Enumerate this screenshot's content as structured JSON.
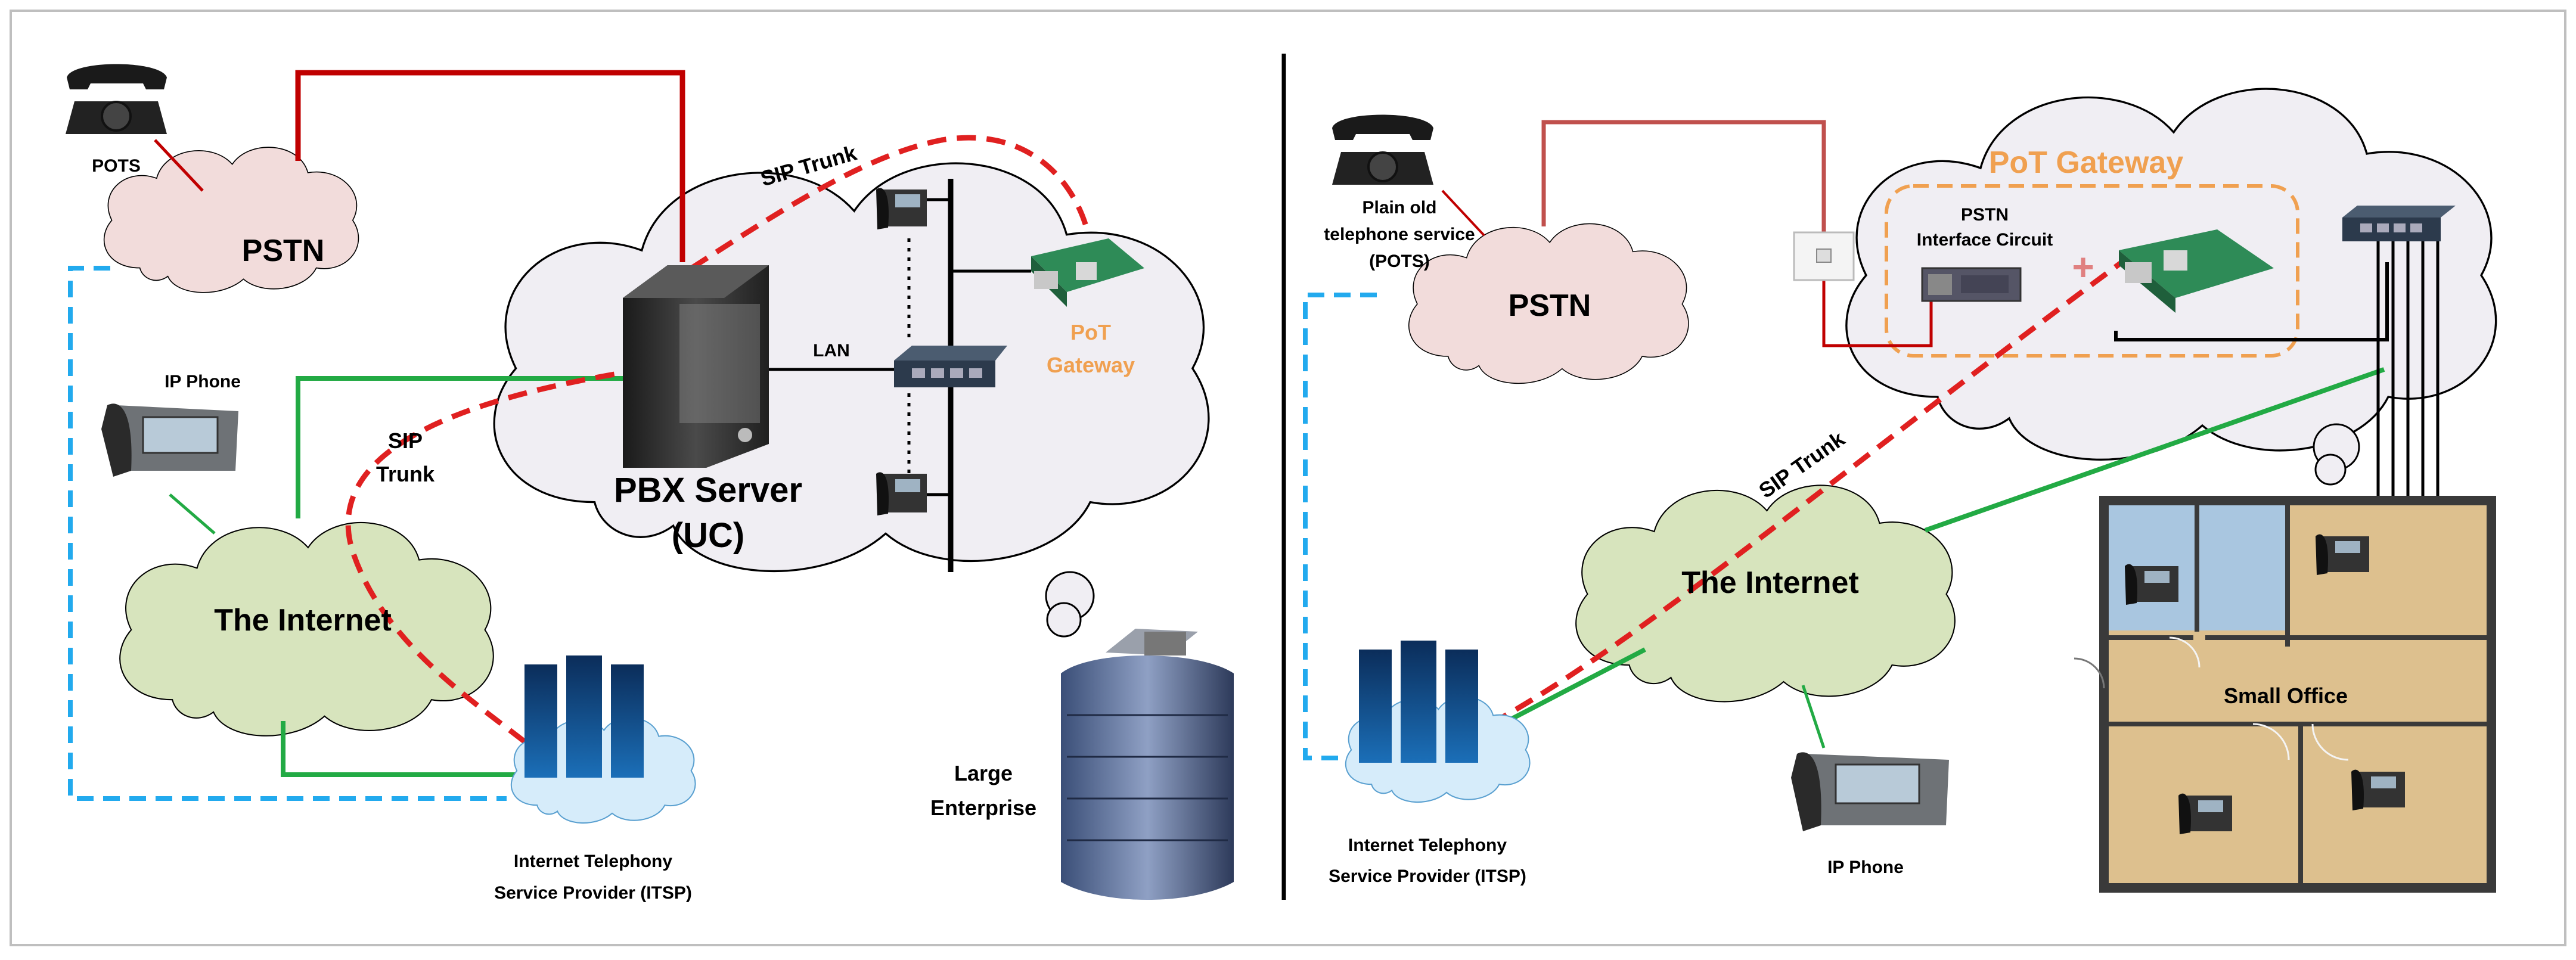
{
  "left": {
    "pots_label": "POTS",
    "pstn_label": "PSTN",
    "ip_phone_label": "IP Phone",
    "internet_label": "The Internet",
    "itsp_line1": "Internet Telephony",
    "itsp_line2": "Service Provider (ITSP)",
    "sip_trunk_top": "SIP Trunk",
    "sip_trunk_mid_1": "SIP",
    "sip_trunk_mid_2": "Trunk",
    "lan_label": "LAN",
    "pbx_line1": "PBX Server",
    "pbx_line2": "(UC)",
    "pot_line1": "PoT",
    "pot_line2": "Gateway",
    "enterprise_line1": "Large",
    "enterprise_line2": "Enterprise"
  },
  "right": {
    "pots_line1": "Plain old",
    "pots_line2": "telephone service",
    "pots_line3": "(POTS)",
    "pstn_label": "PSTN",
    "pot_gateway_title": "PoT Gateway",
    "pstn_circuit_line1": "PSTN",
    "pstn_circuit_line2": "Interface Circuit",
    "plus_sign": "+",
    "sip_trunk": "SIP Trunk",
    "internet_label": "The Internet",
    "itsp_line1": "Internet Telephony",
    "itsp_line2": "Service Provider (ITSP)",
    "ip_phone_label": "IP Phone",
    "office_label": "Small Office"
  },
  "colors": {
    "pstn_line": "#c00000",
    "internet_line": "#22aa44",
    "sip_trunk": "#e02020",
    "backup_link": "#22aaee",
    "pot_accent": "#f0a050",
    "pstn_cloud": "#f2dcdb",
    "internet_cloud": "#d7e4bd",
    "lan_cloud": "#f0eef3",
    "office_floor": "#ddc08e",
    "office_room_blue": "#a9c6e0"
  }
}
